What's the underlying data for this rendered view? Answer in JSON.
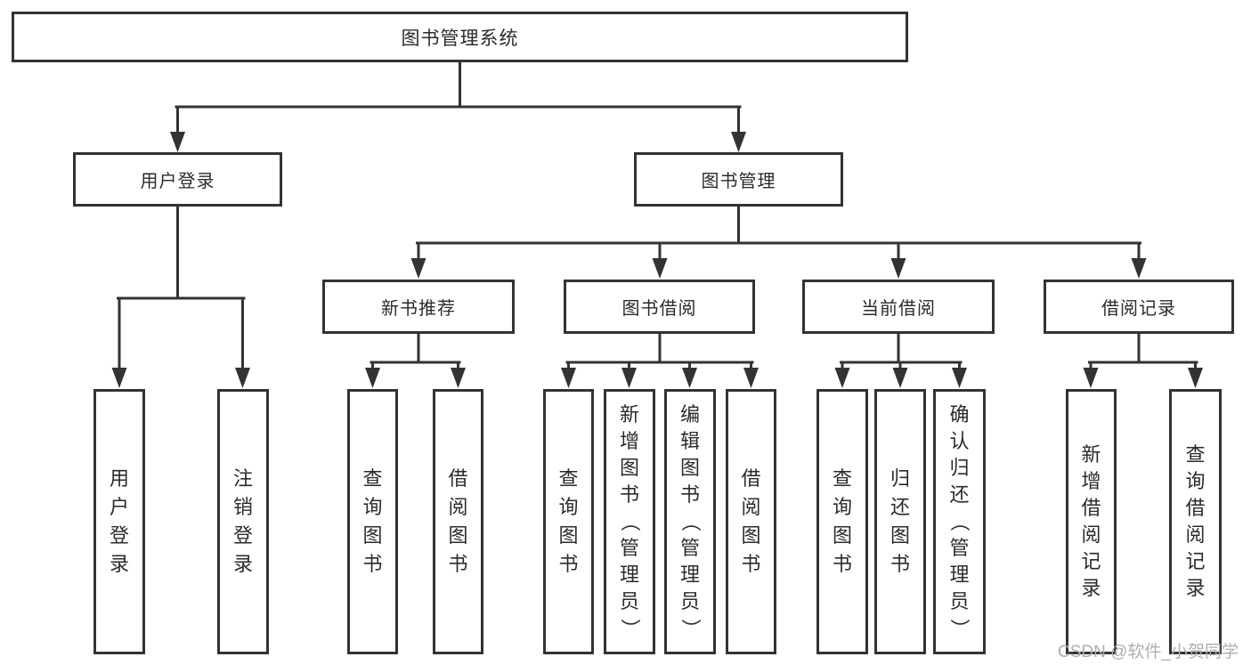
{
  "colors": {
    "line": "#333333",
    "box_border": "#333333",
    "text": "#2b2b2b",
    "background": "#ffffff",
    "watermark": "#aeaeae"
  },
  "watermark": {
    "text": "CSDN @软件_小贺同学"
  },
  "diagram": {
    "type": "hierarchy",
    "root": {
      "label": "图书管理系统"
    },
    "user_login": {
      "label": "用户登录",
      "children": [
        {
          "label": "用户登录"
        },
        {
          "label": "注销登录"
        }
      ]
    },
    "book_management": {
      "label": "图书管理",
      "children": [
        {
          "label": "新书推荐",
          "children": [
            {
              "label": "查询图书"
            },
            {
              "label": "借阅图书"
            }
          ]
        },
        {
          "label": "图书借阅",
          "children": [
            {
              "label": "查询图书"
            },
            {
              "label": "新增图书（管理员）"
            },
            {
              "label": "编辑图书（管理员）"
            },
            {
              "label": "借阅图书"
            }
          ]
        },
        {
          "label": "当前借阅",
          "children": [
            {
              "label": "查询图书"
            },
            {
              "label": "归还图书"
            },
            {
              "label": "确认归还（管理员）"
            }
          ]
        },
        {
          "label": "借阅记录",
          "children": [
            {
              "label": "新增借阅记录"
            },
            {
              "label": "查询借阅记录"
            }
          ]
        }
      ]
    }
  }
}
